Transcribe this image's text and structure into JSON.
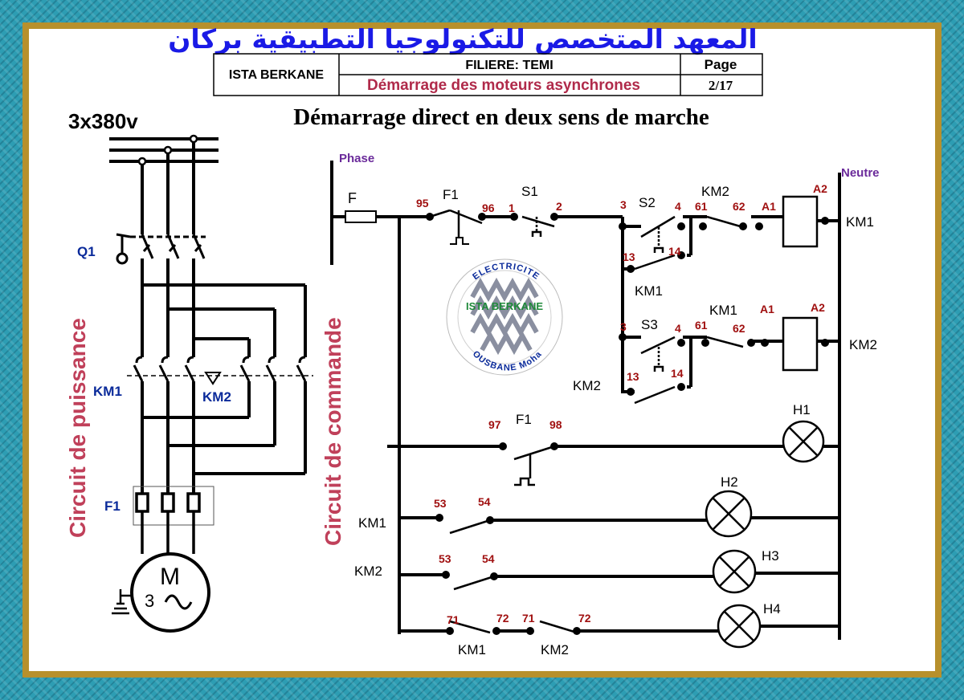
{
  "header": {
    "arabic_title": "المعهد المتخصص للتكنولوجيا التطبيقية بركان",
    "institute": "ISTA BERKANE",
    "filiere": "FILIERE: TEMI",
    "page_label": "Page",
    "subject": "Démarrage des moteurs asynchrones",
    "page_number": "2/17",
    "main_title": "Démarrage direct en deux sens de marche"
  },
  "power_circuit": {
    "title": "Circuit de puissance",
    "supply": "3x380v",
    "q1": "Q1",
    "km1": "KM1",
    "km2": "KM2",
    "f1": "F1",
    "motor_m": "M",
    "motor_3": "3"
  },
  "control_circuit": {
    "title": "Circuit de commande",
    "phase": "Phase",
    "neutre": "Neutre",
    "fuse": "F",
    "row1": {
      "f1": "F1",
      "t95": "95",
      "t96": "96",
      "s1": "S1",
      "s1a": "1",
      "s1b": "2",
      "t3": "3",
      "s2": "S2",
      "t4": "4",
      "km2": "KM2",
      "t61": "61",
      "t62": "62",
      "a1": "A1",
      "a2": "A2",
      "coil": "KM1",
      "t13": "13",
      "t14": "14",
      "hold": "KM1"
    },
    "row2": {
      "t3": "3",
      "s3": "S3",
      "t4": "4",
      "km1": "KM1",
      "t61": "61",
      "t62": "62",
      "a1": "A1",
      "a2": "A2",
      "coil": "KM2",
      "t13": "13",
      "t14": "14",
      "hold": "KM2"
    },
    "row3": {
      "t97": "97",
      "f1": "F1",
      "t98": "98",
      "lamp": "H1"
    },
    "row4": {
      "label": "KM1",
      "t53": "53",
      "t54": "54",
      "lamp": "H2"
    },
    "row5": {
      "label": "KM2",
      "t53": "53",
      "t54": "54",
      "lamp": "H3"
    },
    "row6": {
      "t71a": "71",
      "t72a": "72",
      "t71b": "71",
      "t72b": "72",
      "km1": "KM1",
      "km2": "KM2",
      "lamp": "H4"
    }
  },
  "logo": {
    "center_text": "ISTA BERKANE",
    "top_arc": "ELECTRICITE",
    "bottom_arc": "OUSBANE Moha"
  },
  "colors": {
    "arabic_blue": "#1a1ae6",
    "label_blue": "#0a2a9a",
    "subject_red": "#b02a4a",
    "terminal_red": "#a01010",
    "phase_purple": "#6a2a9a",
    "vertical_title_red": "#c0405a",
    "logo_green": "#1f8a3a"
  }
}
